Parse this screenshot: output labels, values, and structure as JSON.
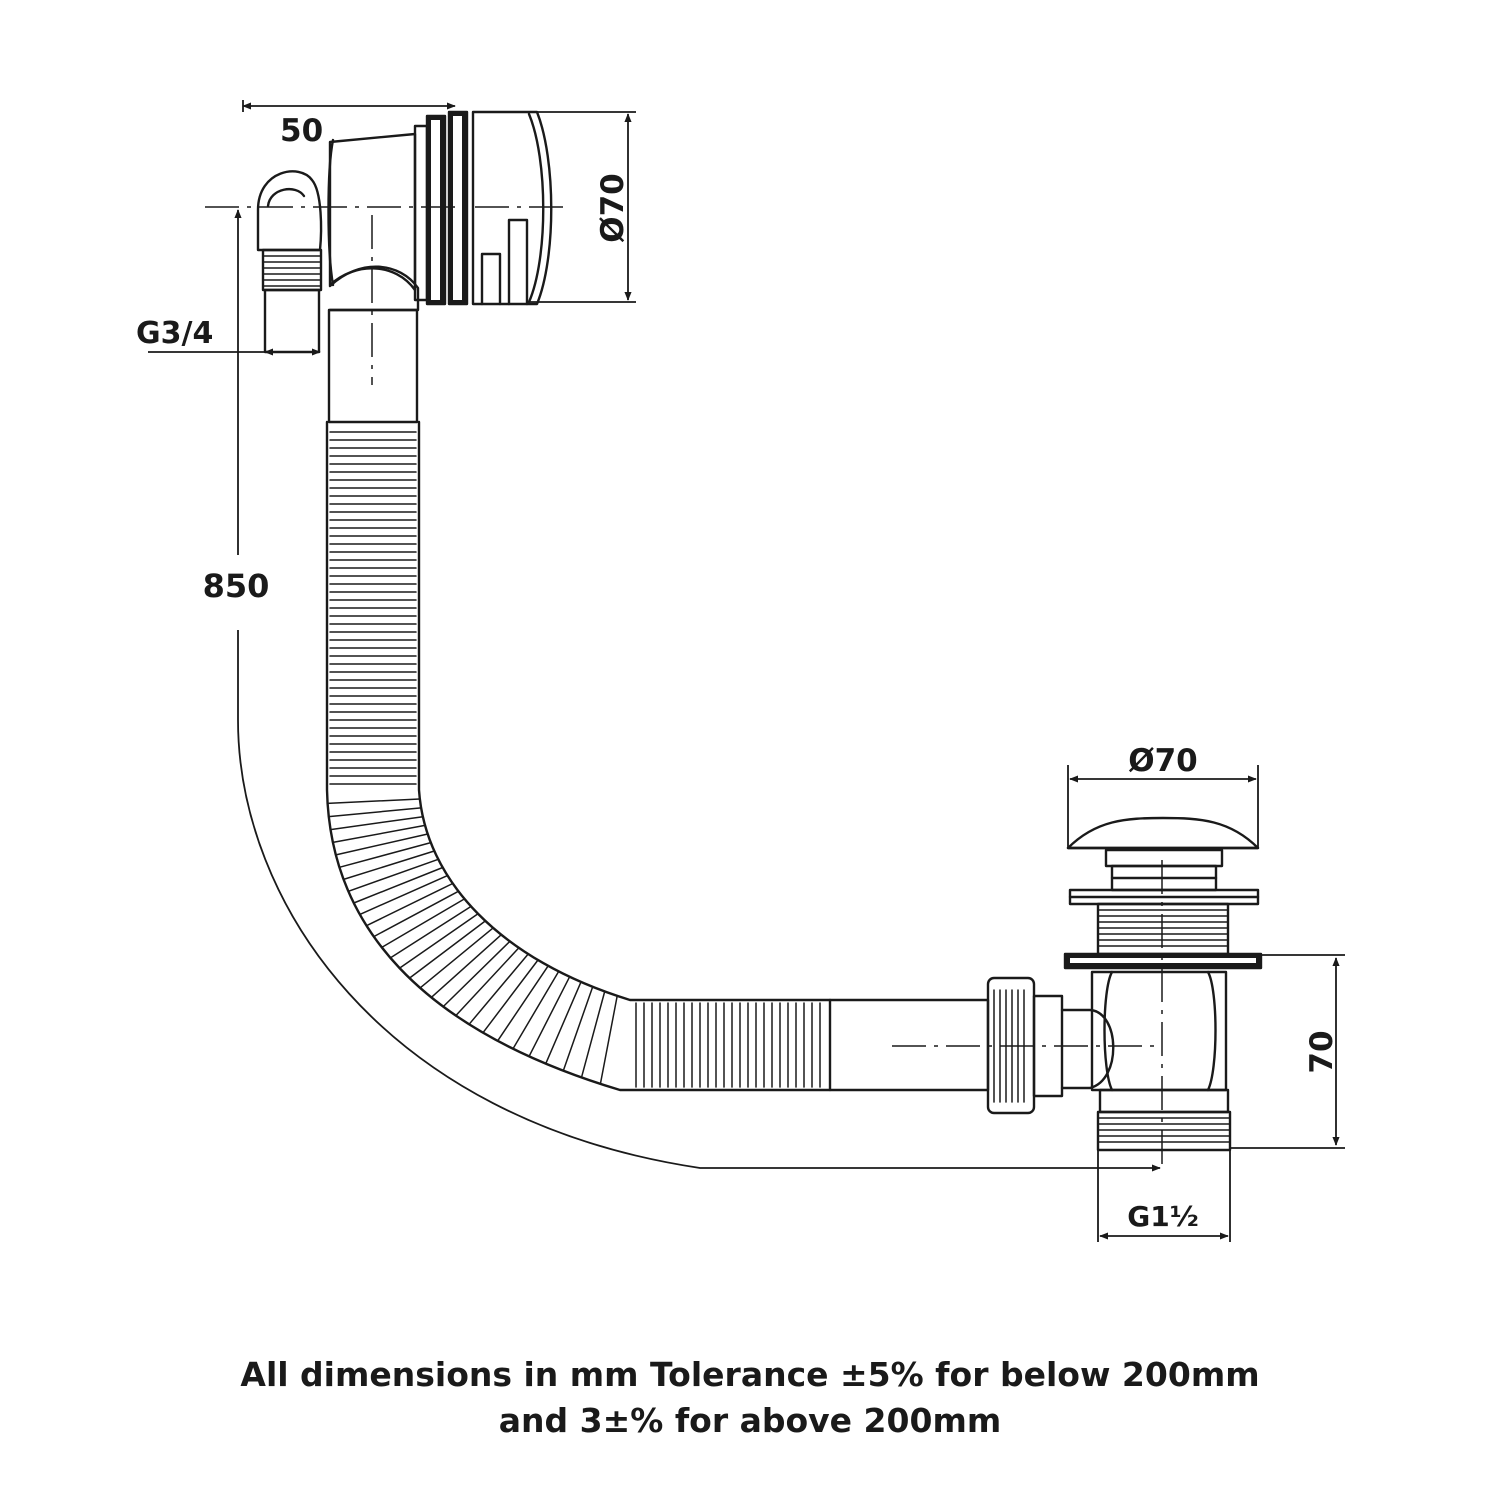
{
  "dimensions": {
    "overflow_depth": "50",
    "overflow_diameter": "Ø70",
    "overflow_inlet_thread": "G3/4",
    "hose_length": "850",
    "waste_diameter": "Ø70",
    "waste_height": "70",
    "waste_outlet_thread": "G1½"
  },
  "footer": {
    "line1": "All dimensions in mm Tolerance ±5% for below 200mm",
    "line2": "and 3±% for above 200mm"
  },
  "colors": {
    "line": "#1a1a1a",
    "background": "#ffffff"
  }
}
